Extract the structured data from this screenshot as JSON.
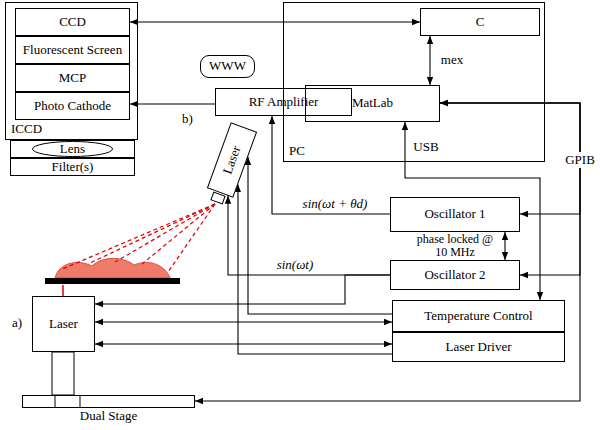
{
  "diagram": {
    "nodes": [
      {
        "text": [
          "ICCD"
        ]
      },
      {
        "text": [
          "CCD"
        ],
        "in": 0
      },
      {
        "text": [
          "Fluorescent Screen"
        ],
        "in": 0
      },
      {
        "text": [
          "MCP"
        ],
        "in": 0
      },
      {
        "text": [
          "Photo Cathode"
        ],
        "in": 0
      },
      {
        "text": [
          "PC"
        ]
      },
      {
        "text": [
          "C"
        ],
        "in": 5
      },
      {
        "text": [
          "MatLab"
        ],
        "in": 5
      },
      {
        "text": [
          "WWW"
        ]
      },
      {
        "text": [
          "RF Amplifier"
        ]
      },
      {
        "text": [
          "Lens"
        ]
      },
      {
        "text": [
          "Filter(s)"
        ]
      },
      {
        "text": [
          "Laser"
        ]
      },
      {
        "text": [
          "Oscillator 1"
        ]
      },
      {
        "text": [
          "Oscillator 2"
        ]
      },
      {
        "text": [
          "Temperature Control"
        ]
      },
      {
        "text": [
          "Laser Driver"
        ]
      },
      {
        "text": [
          "Laser"
        ]
      },
      {
        "text": [
          "Dual Stage"
        ]
      }
    ],
    "edges": [
      {
        "from": 1,
        "to": 6,
        "arrow": "both"
      },
      {
        "from": 6,
        "to": 7,
        "label": "mex",
        "arrow": "both"
      },
      {
        "from": 9,
        "to": 4,
        "arrow": "to"
      },
      {
        "from": 13,
        "to": 9,
        "label": "sin(ωt + θd)",
        "arrow": "to"
      },
      {
        "from": 13,
        "to": 14,
        "arrow": "both"
      },
      {
        "from": 14,
        "to": 12,
        "label": "sin(ωt)",
        "arrow": "to"
      },
      {
        "from": 14,
        "to": 17,
        "arrow": "to"
      },
      {
        "from": 15,
        "to": 17,
        "arrow": "both"
      },
      {
        "from": 16,
        "to": 17,
        "arrow": "both"
      },
      {
        "from": 15,
        "to": 12,
        "arrow": "to"
      },
      {
        "from": 16,
        "to": 12,
        "arrow": "to"
      },
      {
        "from": 7,
        "to": 13,
        "label": "GPIB",
        "arrow": "both"
      },
      {
        "from": 7,
        "to": 14,
        "arrow": "both"
      },
      {
        "from": 7,
        "to": 18,
        "arrow": "to"
      },
      {
        "from": 7,
        "to": 15,
        "label": "USB",
        "arrow": "both"
      }
    ],
    "labels": [
      "b)",
      "a)",
      "phase locked @ 10 MHz"
    ]
  }
}
